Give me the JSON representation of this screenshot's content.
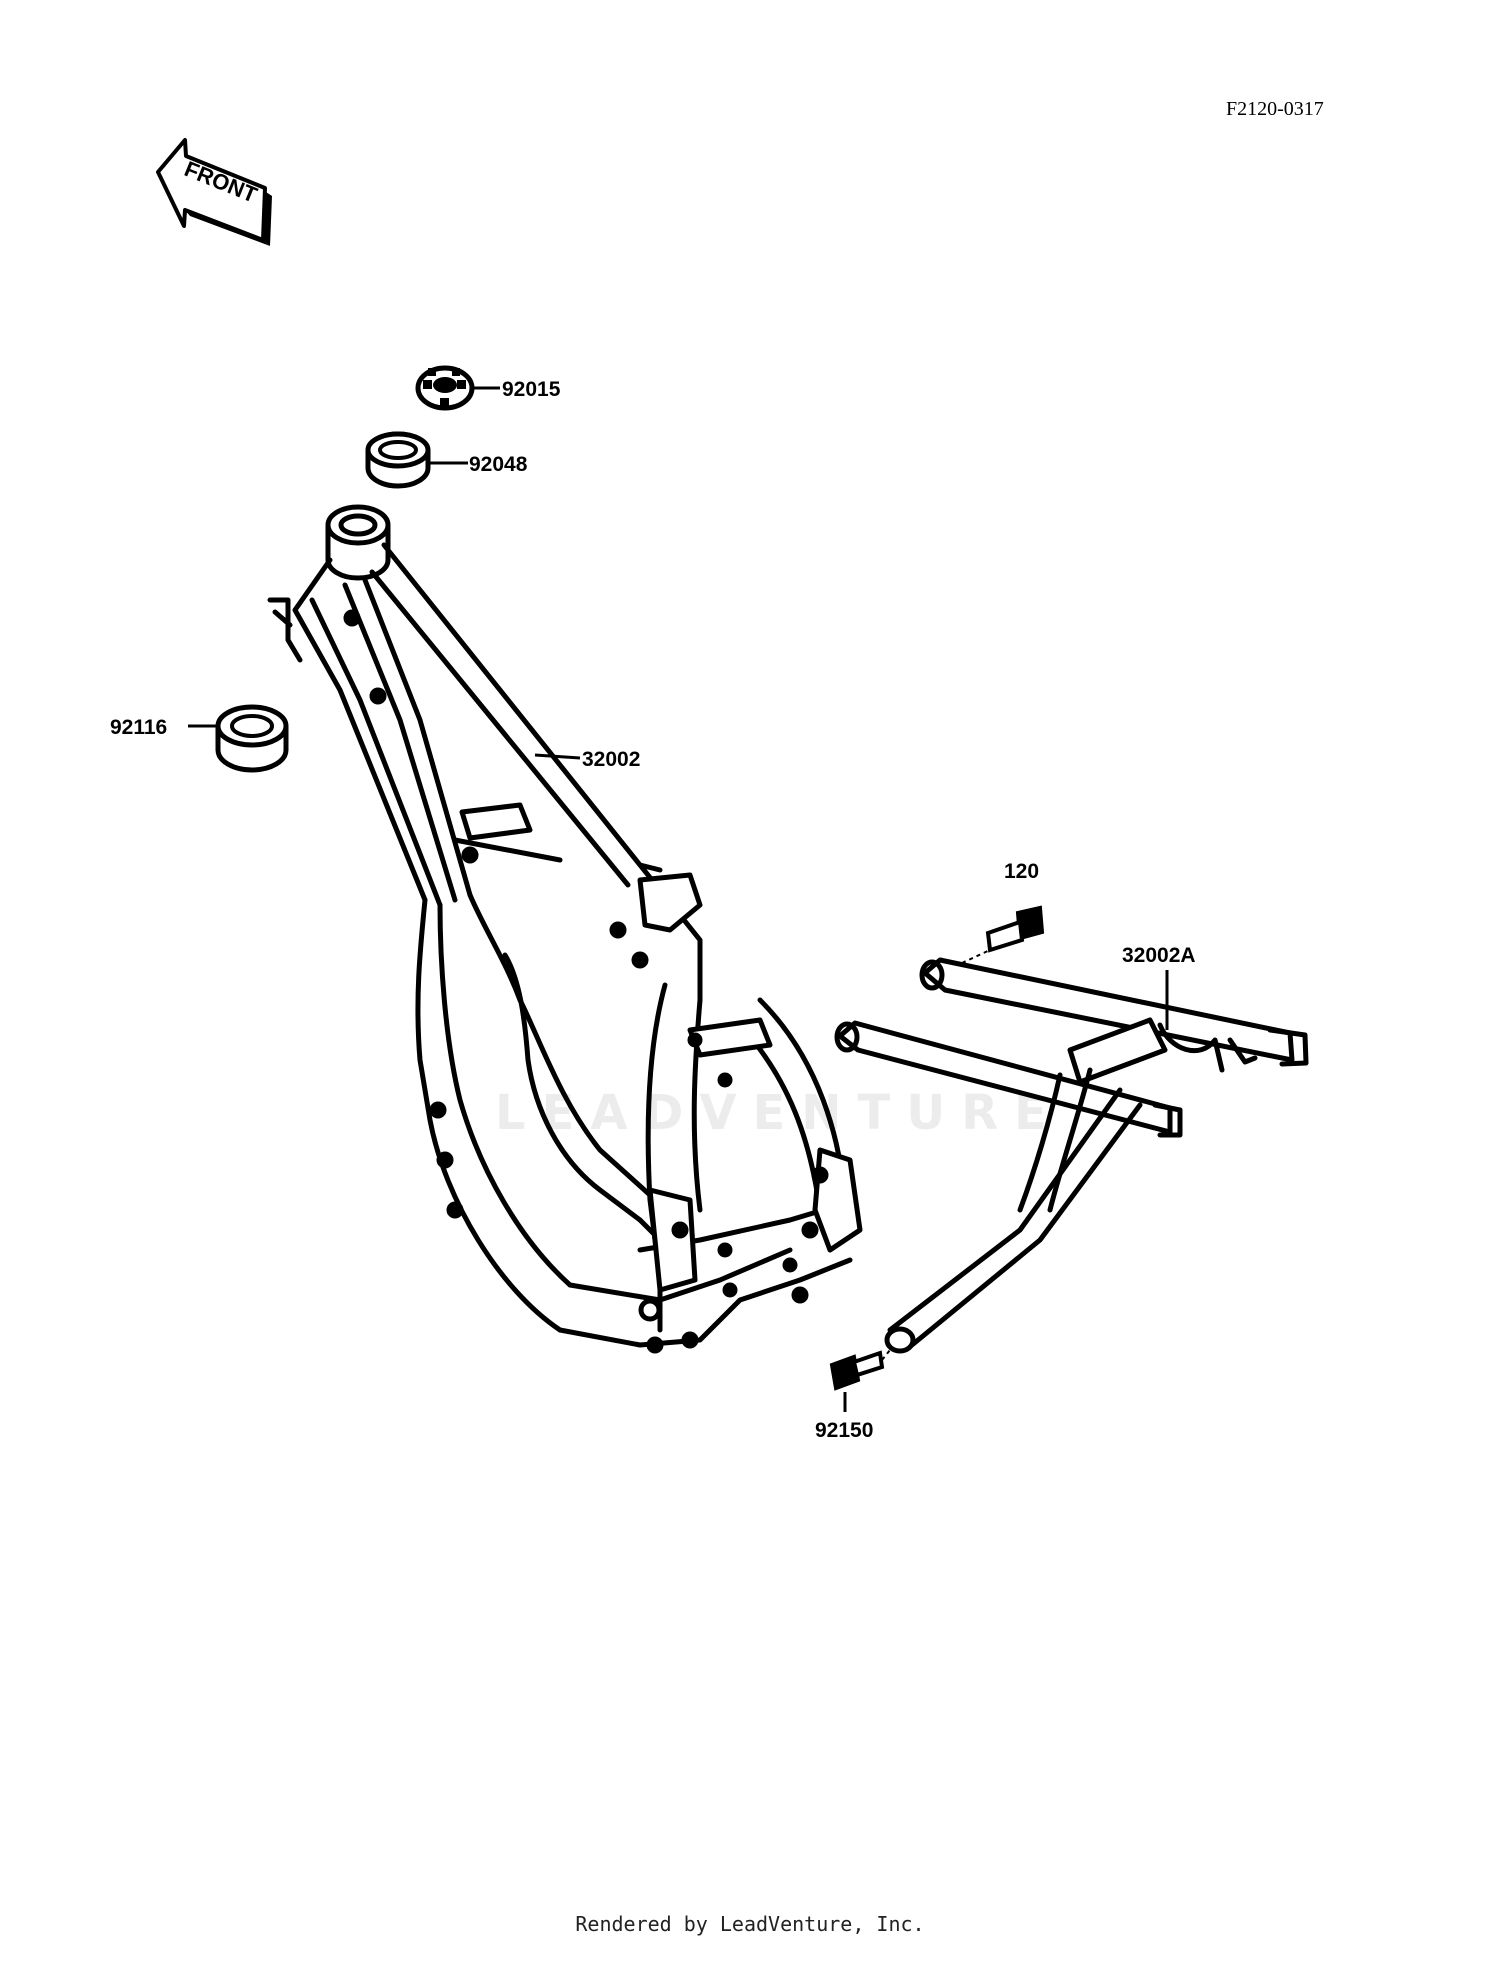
{
  "diagram_ref": "F2120-0317",
  "front_arrow_label": "FRONT",
  "watermark": "LEADVENTURE",
  "footer": "Rendered by LeadVenture, Inc.",
  "parts": {
    "p92015": "92015",
    "p92048": "92048",
    "p92116": "92116",
    "p32002": "32002",
    "p120": "120",
    "p32002A": "32002A",
    "p92150": "92150"
  }
}
